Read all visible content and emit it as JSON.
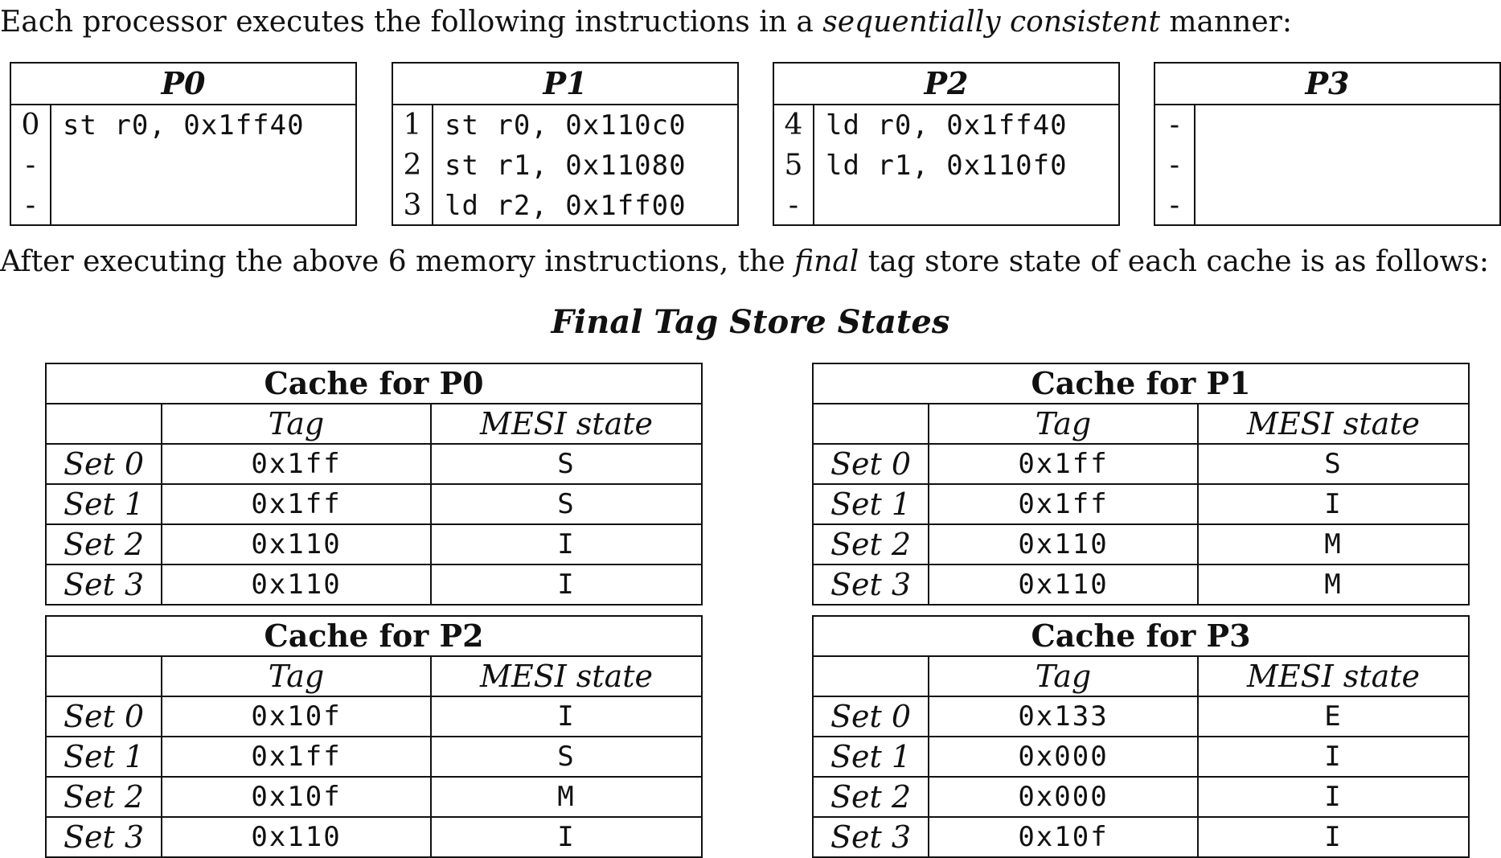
{
  "intro": {
    "pre": "Each processor executes the following instructions in a ",
    "em": "sequentially consistent",
    "post": " manner:"
  },
  "processors": [
    {
      "name": "P0",
      "rows": [
        {
          "num": "0",
          "ins": "st r0, 0x1ff40"
        },
        {
          "num": "-",
          "ins": ""
        },
        {
          "num": "-",
          "ins": ""
        }
      ]
    },
    {
      "name": "P1",
      "rows": [
        {
          "num": "1",
          "ins": "st r0, 0x110c0"
        },
        {
          "num": "2",
          "ins": "st r1, 0x11080"
        },
        {
          "num": "3",
          "ins": "ld r2, 0x1ff00"
        }
      ]
    },
    {
      "name": "P2",
      "rows": [
        {
          "num": "4",
          "ins": "ld r0, 0x1ff40"
        },
        {
          "num": "5",
          "ins": "ld r1, 0x110f0"
        },
        {
          "num": "-",
          "ins": ""
        }
      ]
    },
    {
      "name": "P3",
      "rows": [
        {
          "num": "-",
          "ins": ""
        },
        {
          "num": "-",
          "ins": ""
        },
        {
          "num": "-",
          "ins": ""
        }
      ]
    }
  ],
  "after": {
    "pre": "After executing the above 6 memory instructions, the ",
    "em": "final",
    "post": " tag store state of each cache is as follows:"
  },
  "final_title": "Final Tag Store States",
  "tag_header": "Tag",
  "mesi_header": "MESI state",
  "caches": [
    {
      "title": "Cache for P0",
      "rows": [
        {
          "set": "Set 0",
          "tag": "0x1ff",
          "state": "S"
        },
        {
          "set": "Set 1",
          "tag": "0x1ff",
          "state": "S"
        },
        {
          "set": "Set 2",
          "tag": "0x110",
          "state": "I"
        },
        {
          "set": "Set 3",
          "tag": "0x110",
          "state": "I"
        }
      ]
    },
    {
      "title": "Cache for P1",
      "rows": [
        {
          "set": "Set 0",
          "tag": "0x1ff",
          "state": "S"
        },
        {
          "set": "Set 1",
          "tag": "0x1ff",
          "state": "I"
        },
        {
          "set": "Set 2",
          "tag": "0x110",
          "state": "M"
        },
        {
          "set": "Set 3",
          "tag": "0x110",
          "state": "M"
        }
      ]
    },
    {
      "title": "Cache for P2",
      "rows": [
        {
          "set": "Set 0",
          "tag": "0x10f",
          "state": "I"
        },
        {
          "set": "Set 1",
          "tag": "0x1ff",
          "state": "S"
        },
        {
          "set": "Set 2",
          "tag": "0x10f",
          "state": "M"
        },
        {
          "set": "Set 3",
          "tag": "0x110",
          "state": "I"
        }
      ]
    },
    {
      "title": "Cache for P3",
      "rows": [
        {
          "set": "Set 0",
          "tag": "0x133",
          "state": "E"
        },
        {
          "set": "Set 1",
          "tag": "0x000",
          "state": "I"
        },
        {
          "set": "Set 2",
          "tag": "0x000",
          "state": "I"
        },
        {
          "set": "Set 3",
          "tag": "0x10f",
          "state": "I"
        }
      ]
    }
  ]
}
